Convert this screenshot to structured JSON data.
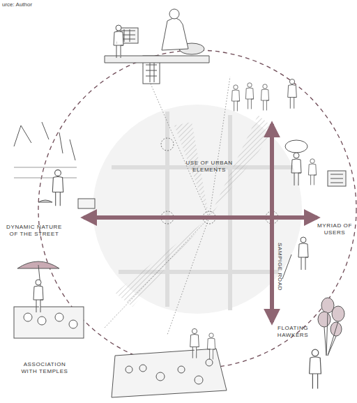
{
  "diagram": {
    "labels": [
      "urce: Author",
      "USE OF URBAN ELEMENTS",
      "MYRIAD OF USERS",
      "DYNAMIC NATURE OF THE STREET",
      "SAMPIGE ROAD",
      "FLOATING HAWKERS",
      "ASSOCIATION WITH TEMPLES"
    ]
  }
}
